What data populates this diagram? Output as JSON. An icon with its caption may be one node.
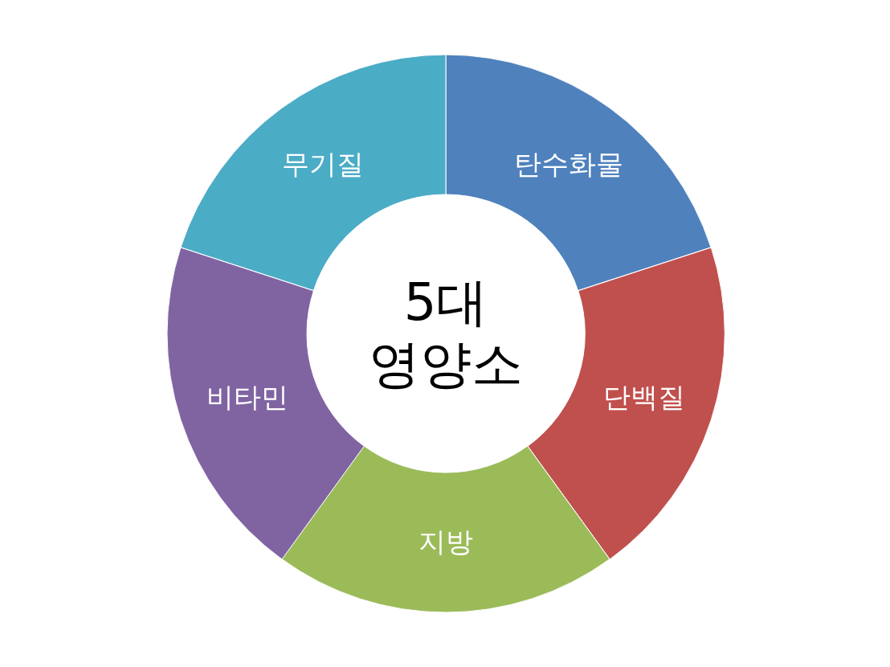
{
  "diagram": {
    "nodes": [
      {
        "text": [
          "5대 영양소"
        ]
      },
      {
        "text": [
          "탄수화물"
        ]
      },
      {
        "text": [
          "단백질"
        ]
      },
      {
        "text": [
          "지방"
        ]
      },
      {
        "text": [
          "비타민"
        ]
      },
      {
        "text": [
          "무기질"
        ]
      }
    ]
  }
}
